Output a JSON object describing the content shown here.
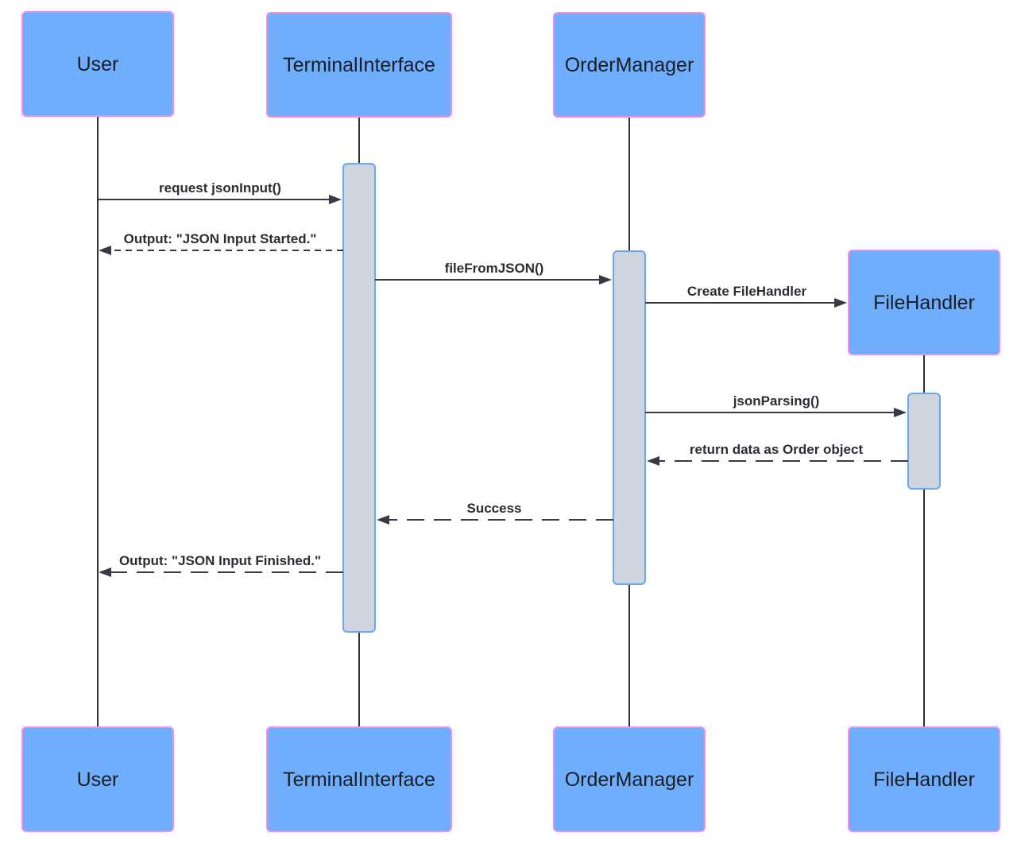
{
  "participants": [
    {
      "id": "user",
      "label": "User"
    },
    {
      "id": "terminal",
      "label": "TerminalInterface"
    },
    {
      "id": "ordermanager",
      "label": "OrderManager"
    },
    {
      "id": "filehandler",
      "label": "FileHandler"
    }
  ],
  "messages": [
    {
      "label": "request jsonInput()",
      "from": "user",
      "to": "terminal",
      "style": "solid"
    },
    {
      "label": "Output: \"JSON Input Started.\"",
      "from": "terminal",
      "to": "user",
      "style": "dashed"
    },
    {
      "label": "fileFromJSON()",
      "from": "terminal",
      "to": "ordermanager",
      "style": "solid"
    },
    {
      "label": "Create FileHandler",
      "from": "ordermanager",
      "to": "filehandler",
      "style": "solid"
    },
    {
      "label": "jsonParsing()",
      "from": "ordermanager",
      "to": "filehandler",
      "style": "solid"
    },
    {
      "label": "return data as Order object",
      "from": "filehandler",
      "to": "ordermanager",
      "style": "dashed"
    },
    {
      "label": "Success",
      "from": "ordermanager",
      "to": "terminal",
      "style": "dashed"
    },
    {
      "label": "Output: \"JSON Input Finished.\"",
      "from": "terminal",
      "to": "user",
      "style": "dashed"
    }
  ],
  "colors": {
    "participant_fill": "#6eaefd",
    "participant_border": "#f28ce6",
    "activation_fill": "#ced5de",
    "activation_border": "#6aa8f2",
    "line": "#363a42"
  }
}
